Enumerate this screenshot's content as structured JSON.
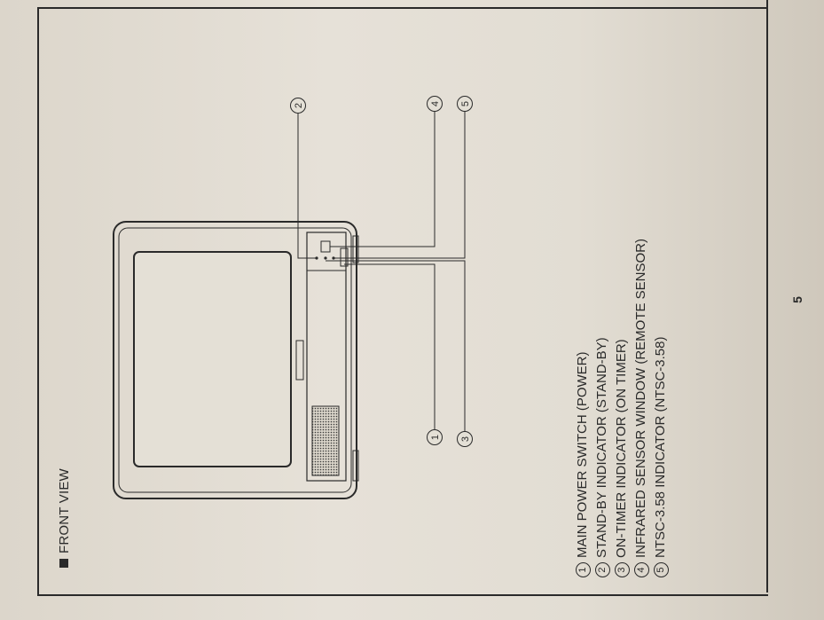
{
  "section": {
    "heading": "FRONT VIEW"
  },
  "callouts": [
    "1",
    "2",
    "3",
    "4",
    "5"
  ],
  "legend": [
    {
      "num": "1",
      "text": "MAIN POWER SWITCH (POWER)"
    },
    {
      "num": "2",
      "text": "STAND-BY INDICATOR (STAND-BY)"
    },
    {
      "num": "3",
      "text": "ON-TIMER INDICATOR (ON TIMER)"
    },
    {
      "num": "4",
      "text": "INFRARED SENSOR WINDOW (REMOTE SENSOR)"
    },
    {
      "num": "5",
      "text": "NTSC-3.58 INDICATOR (NTSC-3.58)"
    }
  ],
  "page_number": "5"
}
